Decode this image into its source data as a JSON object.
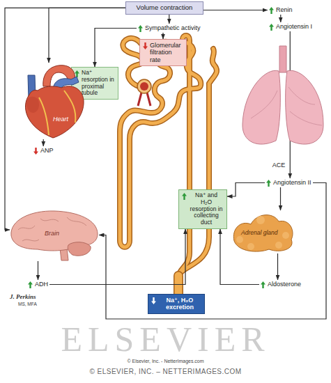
{
  "diagram": {
    "nodes": [
      {
        "text": [
          "Volume contraction"
        ]
      },
      {
        "text": [
          "Sympathetic activity"
        ]
      },
      {
        "text": [
          "Renin"
        ]
      },
      {
        "text": [
          "Glomerular filtration rate"
        ]
      },
      {
        "text": [
          "Na⁺ resorption in proximal tubule"
        ]
      },
      {
        "text": [
          "Angiotensin I"
        ]
      },
      {
        "text": [
          "Heart"
        ]
      },
      {
        "text": [
          "ANP"
        ]
      },
      {
        "text": [
          "Angiotensin II"
        ]
      },
      {
        "text": [
          "Na⁺ and H₂O resorption in collecting duct"
        ]
      },
      {
        "text": [
          "Brain"
        ]
      },
      {
        "text": [
          "Adrenal gland"
        ]
      },
      {
        "text": [
          "ADH"
        ]
      },
      {
        "text": [
          "Aldosterone"
        ]
      },
      {
        "text": [
          "Na⁺, H₂O excretion"
        ]
      }
    ],
    "edges": [
      {
        "from": 0,
        "to": 1,
        "arrow": "to"
      },
      {
        "from": 0,
        "to": 2,
        "arrow": "to"
      },
      {
        "from": 0,
        "to": 6,
        "arrow": "to"
      },
      {
        "from": 0,
        "to": 10,
        "arrow": "to"
      },
      {
        "from": 1,
        "to": 3,
        "arrow": "to"
      },
      {
        "from": 1,
        "to": 4,
        "arrow": "to"
      },
      {
        "from": 2,
        "to": 5,
        "arrow": "to"
      },
      {
        "from": 5,
        "to": 8,
        "label": "ACE",
        "arrow": "to"
      },
      {
        "from": 8,
        "to": 11,
        "arrow": "to"
      },
      {
        "from": 8,
        "to": 10,
        "arrow": "to"
      },
      {
        "from": 8,
        "to": 9,
        "arrow": "to"
      },
      {
        "from": 11,
        "to": 13,
        "arrow": "to"
      },
      {
        "from": 13,
        "to": 9,
        "arrow": "to"
      },
      {
        "from": 6,
        "to": 7,
        "arrow": "to"
      },
      {
        "from": 10,
        "to": 12,
        "arrow": "to"
      },
      {
        "from": 12,
        "to": 9,
        "arrow": "to"
      }
    ],
    "labels": [
      "J. Perkins",
      "MS, MFA",
      "ELSEVIER",
      "© Elsevier, Inc. - NetterImages.com",
      "© ELSEVIER, INC. – NETTERIMAGES.COM"
    ]
  }
}
